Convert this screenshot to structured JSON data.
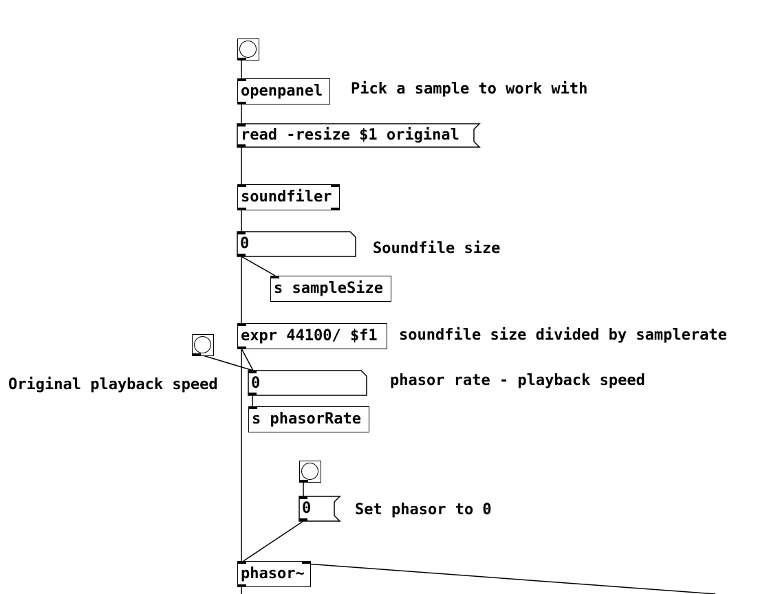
{
  "objects": {
    "openpanel": "openpanel",
    "soundfiler": "soundfiler",
    "send_sample_size": "s sampleSize",
    "expr": "expr 44100/ $f1",
    "send_phasor_rate": "s phasorRate",
    "phasor": "phasor~"
  },
  "messages": {
    "read": "read -resize $1 original",
    "zero": "0"
  },
  "number_boxes": {
    "soundfile_size": "0",
    "phasor_rate": "0"
  },
  "comments": {
    "pick_sample": "Pick a sample to work with",
    "soundfile_size": "Soundfile size",
    "divided": "soundfile size divided by samplerate",
    "original_speed": "Original playback speed",
    "phasor_rate": "phasor rate - playback speed",
    "set_phasor": "Set phasor to 0"
  }
}
